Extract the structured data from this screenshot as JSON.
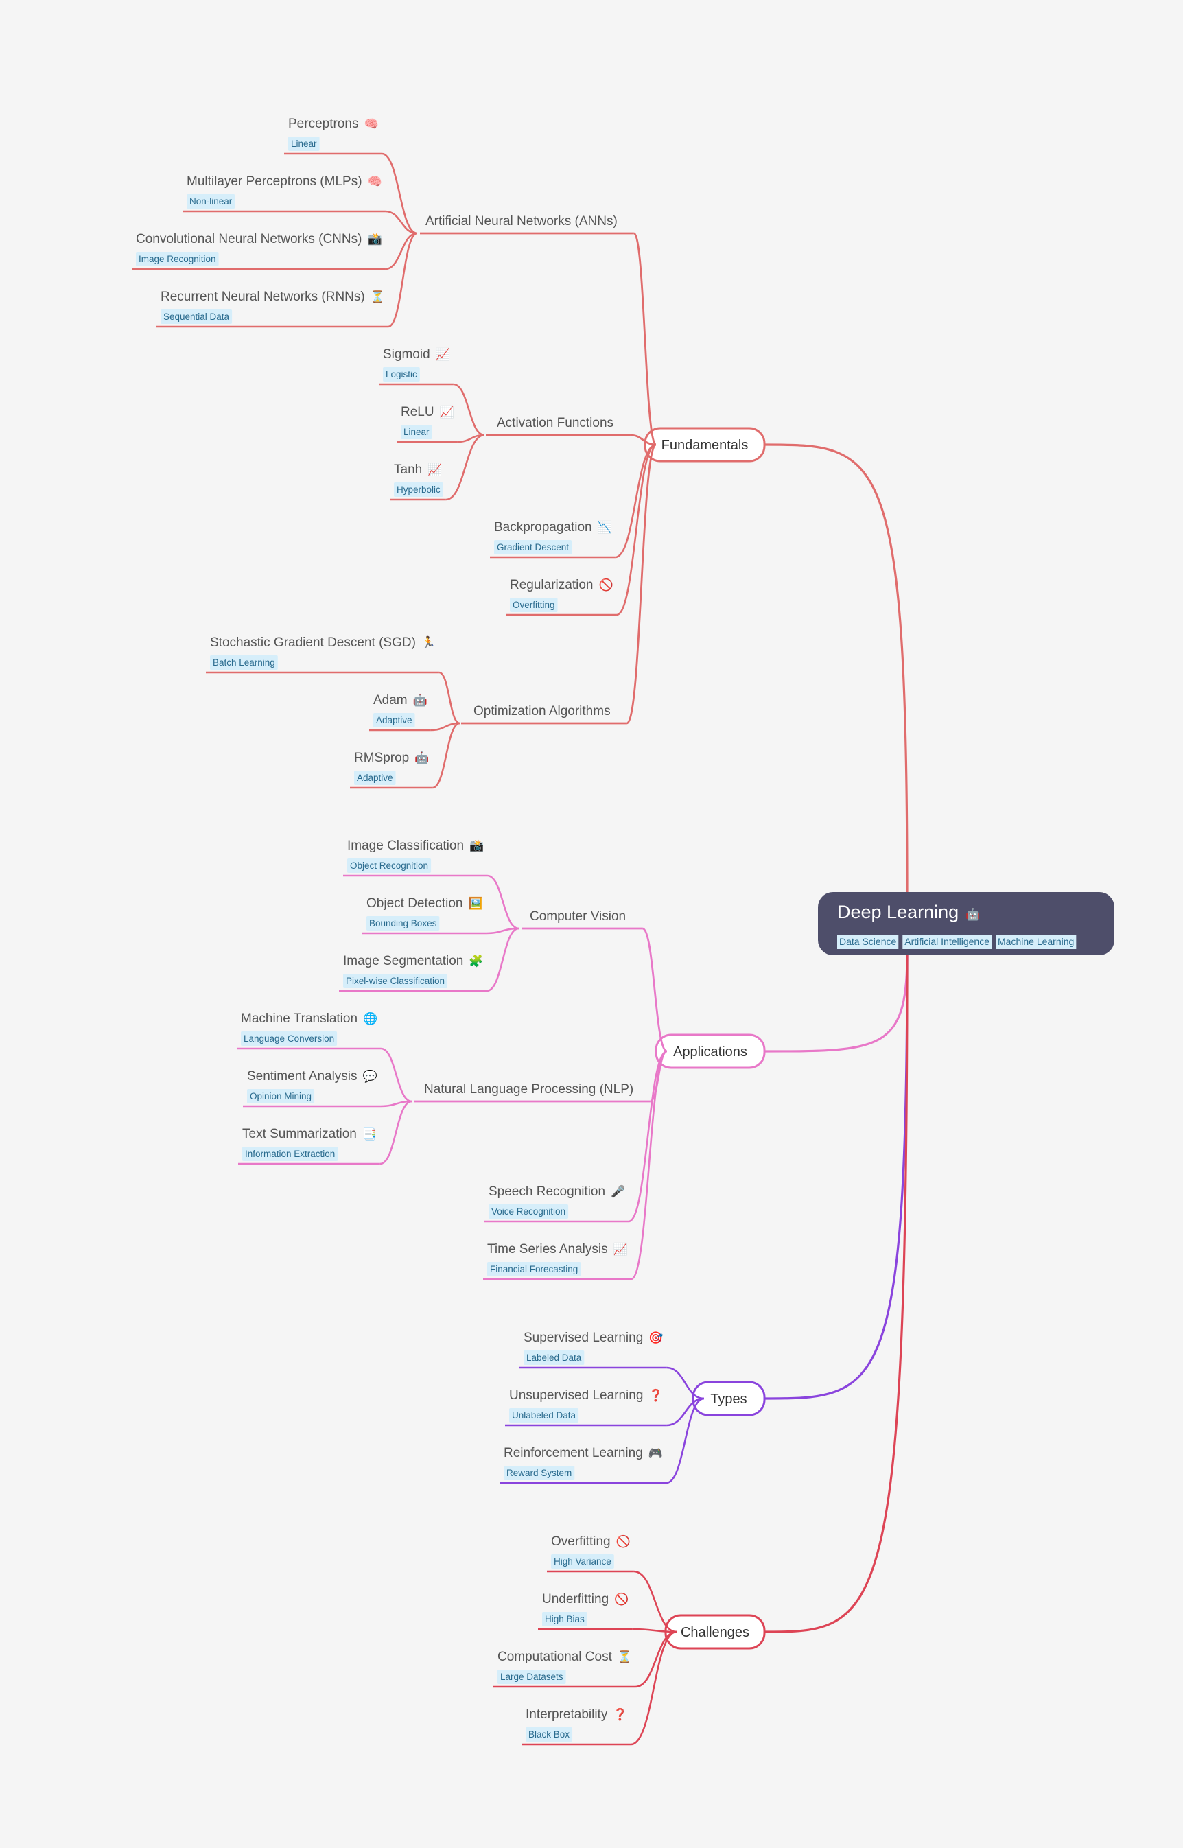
{
  "root": {
    "title": "Deep Learning",
    "icon": "robot-icon",
    "icon_glyph": "🤖",
    "tags": [
      "Data Science",
      "Artificial Intelligence",
      "Machine Learning"
    ]
  },
  "branches": [
    {
      "label": "Fundamentals",
      "color": "#e06c6c",
      "groups": [
        {
          "label": "Artificial Neural Networks (ANNs)",
          "leaves": [
            {
              "title": "Perceptrons",
              "icon": "brain-icon",
              "glyph": "🧠",
              "tag": "Linear"
            },
            {
              "title": "Multilayer Perceptrons (MLPs)",
              "icon": "brain-icon",
              "glyph": "🧠",
              "tag": "Non-linear"
            },
            {
              "title": "Convolutional Neural Networks (CNNs)",
              "icon": "camera-icon",
              "glyph": "📸",
              "tag": "Image Recognition"
            },
            {
              "title": "Recurrent Neural Networks (RNNs)",
              "icon": "hourglass-icon",
              "glyph": "⏳",
              "tag": "Sequential Data"
            }
          ]
        },
        {
          "label": "Activation Functions",
          "leaves": [
            {
              "title": "Sigmoid",
              "icon": "chart-increasing-icon",
              "glyph": "📈",
              "tag": "Logistic"
            },
            {
              "title": "ReLU",
              "icon": "chart-increasing-icon",
              "glyph": "📈",
              "tag": "Linear"
            },
            {
              "title": "Tanh",
              "icon": "chart-increasing-icon",
              "glyph": "📈",
              "tag": "Hyperbolic"
            }
          ]
        },
        {
          "label": "",
          "leaves": [
            {
              "title": "Backpropagation",
              "icon": "chart-decreasing-icon",
              "glyph": "📉",
              "tag": "Gradient Descent"
            },
            {
              "title": "Regularization",
              "icon": "prohibited-icon",
              "glyph": "🚫",
              "tag": "Overfitting"
            }
          ]
        },
        {
          "label": "Optimization Algorithms",
          "leaves": [
            {
              "title": "Stochastic Gradient Descent (SGD)",
              "icon": "runner-icon",
              "glyph": "🏃",
              "tag": "Batch Learning"
            },
            {
              "title": "Adam",
              "icon": "robot-icon",
              "glyph": "🤖",
              "tag": "Adaptive"
            },
            {
              "title": "RMSprop",
              "icon": "robot-icon",
              "glyph": "🤖",
              "tag": "Adaptive"
            }
          ]
        }
      ]
    },
    {
      "label": "Applications",
      "color": "#e878c8",
      "groups": [
        {
          "label": "Computer Vision",
          "leaves": [
            {
              "title": "Image Classification",
              "icon": "camera-icon",
              "glyph": "📸",
              "tag": "Object Recognition"
            },
            {
              "title": "Object Detection",
              "icon": "framed-picture-icon",
              "glyph": "🖼️",
              "tag": "Bounding Boxes"
            },
            {
              "title": "Image Segmentation",
              "icon": "puzzle-icon",
              "glyph": "🧩",
              "tag": "Pixel-wise Classification"
            }
          ]
        },
        {
          "label": "Natural Language Processing (NLP)",
          "leaves": [
            {
              "title": "Machine Translation",
              "icon": "globe-icon",
              "glyph": "🌐",
              "tag": "Language Conversion"
            },
            {
              "title": "Sentiment Analysis",
              "icon": "speech-bubble-icon",
              "glyph": "💬",
              "tag": "Opinion Mining"
            },
            {
              "title": "Text Summarization",
              "icon": "bookmark-tabs-icon",
              "glyph": "📑",
              "tag": "Information Extraction"
            }
          ]
        },
        {
          "label": "",
          "leaves": [
            {
              "title": "Speech Recognition",
              "icon": "microphone-icon",
              "glyph": "🎤",
              "tag": "Voice Recognition"
            },
            {
              "title": "Time Series Analysis",
              "icon": "chart-increasing-icon",
              "glyph": "📈",
              "tag": "Financial Forecasting"
            }
          ]
        }
      ]
    },
    {
      "label": "Types",
      "color": "#8a44dd",
      "groups": [
        {
          "label": "",
          "leaves": [
            {
              "title": "Supervised Learning",
              "icon": "target-icon",
              "glyph": "🎯",
              "tag": "Labeled Data"
            },
            {
              "title": "Unsupervised Learning",
              "icon": "question-icon",
              "glyph": "❓",
              "tag": "Unlabeled Data"
            },
            {
              "title": "Reinforcement Learning",
              "icon": "gamepad-icon",
              "glyph": "🎮",
              "tag": "Reward System"
            }
          ]
        }
      ]
    },
    {
      "label": "Challenges",
      "color": "#dd4455",
      "groups": [
        {
          "label": "",
          "leaves": [
            {
              "title": "Overfitting",
              "icon": "prohibited-icon",
              "glyph": "🚫",
              "tag": "High Variance"
            },
            {
              "title": "Underfitting",
              "icon": "prohibited-icon",
              "glyph": "🚫",
              "tag": "High Bias"
            },
            {
              "title": "Computational Cost",
              "icon": "hourglass-icon",
              "glyph": "⏳",
              "tag": "Large Datasets"
            },
            {
              "title": "Interpretability",
              "icon": "question-icon",
              "glyph": "❓",
              "tag": "Black Box"
            }
          ]
        }
      ]
    }
  ]
}
